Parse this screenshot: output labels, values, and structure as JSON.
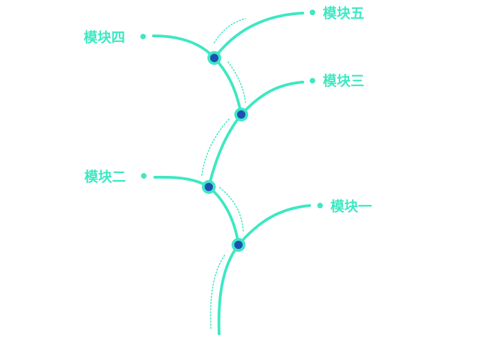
{
  "colors": {
    "line": "#3de8c2",
    "dotted": "#3de8c2",
    "node_fill": "#1f4fb5",
    "node_ring": "#3de8c2",
    "label": "#3de8c2",
    "background": "#ffffff"
  },
  "modules": [
    {
      "id": "m5",
      "label": "模块五"
    },
    {
      "id": "m4",
      "label": "模块四"
    },
    {
      "id": "m3",
      "label": "模块三"
    },
    {
      "id": "m2",
      "label": "模块二"
    },
    {
      "id": "m1",
      "label": "模块一"
    }
  ]
}
